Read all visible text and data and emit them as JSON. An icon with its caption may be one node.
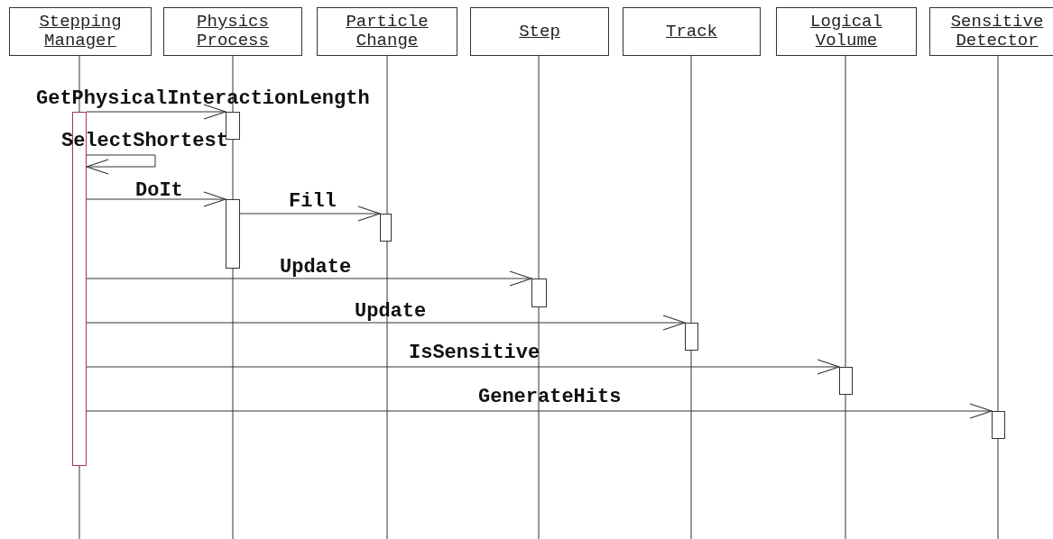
{
  "diagram": {
    "nodes": [
      {
        "text": [
          "Stepping Manager"
        ]
      },
      {
        "text": [
          "Physics Process"
        ]
      },
      {
        "text": [
          "Particle Change"
        ]
      },
      {
        "text": [
          "Step"
        ]
      },
      {
        "text": [
          "Track"
        ]
      },
      {
        "text": [
          "Logical Volume"
        ]
      },
      {
        "text": [
          "Sensitive Detector"
        ]
      },
      {
        "text": [],
        "shape": "bar"
      },
      {
        "text": [],
        "shape": "bar"
      },
      {
        "text": [],
        "shape": "bar"
      },
      {
        "text": [],
        "shape": "bar"
      },
      {
        "text": [],
        "shape": "bar"
      },
      {
        "text": [],
        "shape": "bar"
      },
      {
        "text": [],
        "shape": "bar"
      },
      {
        "text": [],
        "shape": "bar"
      }
    ],
    "edges": [
      {
        "from": 7,
        "to": 8,
        "arrow": "to",
        "label": "GetPhysicalInteractionLength"
      },
      {
        "from": 7,
        "to": 7,
        "arrow": "to",
        "label": "SelectShortest"
      },
      {
        "from": 7,
        "to": 9,
        "arrow": "to",
        "label": "DoIt"
      },
      {
        "from": 9,
        "to": 10,
        "arrow": "to",
        "label": "Fill"
      },
      {
        "from": 7,
        "to": 11,
        "arrow": "to",
        "label": "Update"
      },
      {
        "from": 7,
        "to": 12,
        "arrow": "to",
        "label": "Update"
      },
      {
        "from": 7,
        "to": 13,
        "arrow": "to",
        "label": "IsSensitive"
      },
      {
        "from": 7,
        "to": 14,
        "arrow": "to",
        "label": "GenerateHits"
      }
    ]
  }
}
